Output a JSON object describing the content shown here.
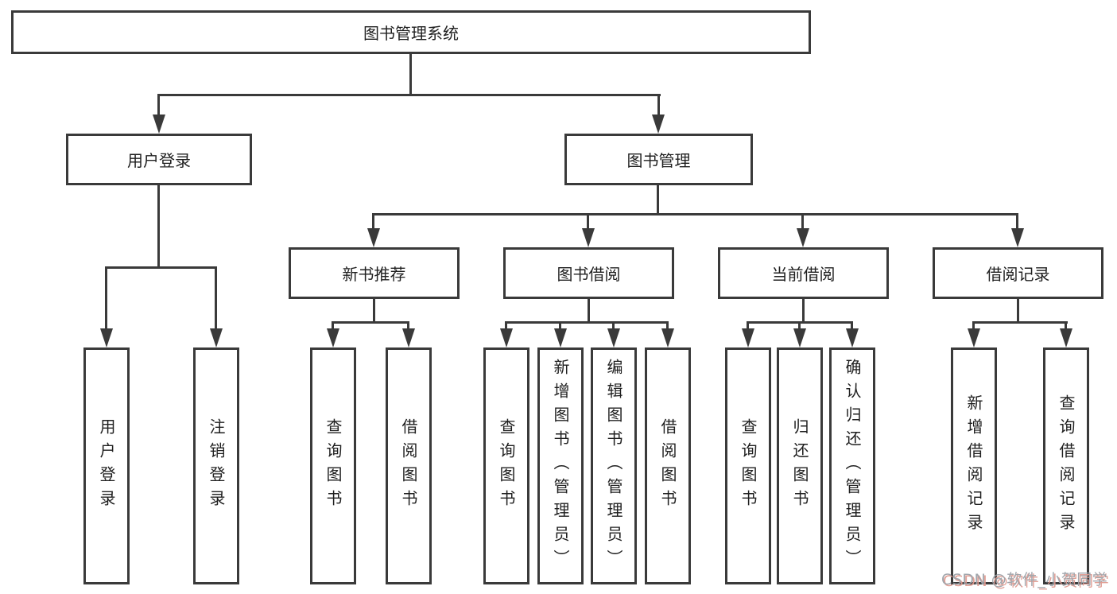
{
  "diagram": {
    "title": "图书管理系统",
    "root": "图书管理系统",
    "level2": {
      "user_login": "用户登录",
      "book_mgmt": "图书管理"
    },
    "level3": {
      "new_book": "新书推荐",
      "book_borrow": "图书借阅",
      "current_borrow": "当前借阅",
      "borrow_record": "借阅记录"
    },
    "leaves": {
      "user_login": [
        "用户登录",
        "注销登录"
      ],
      "new_book": [
        "查询图书",
        "借阅图书"
      ],
      "book_borrow": [
        "查询图书",
        "新增图书（管理员）",
        "编辑图书（管理员）",
        "借阅图书"
      ],
      "current_borrow": [
        "查询图书",
        "归还图书",
        "确认归还（管理员）"
      ],
      "borrow_record": [
        "新增借阅记录",
        "查询借阅记录"
      ]
    }
  },
  "watermark": "CSDN @软件_小贺同学",
  "colors": {
    "line": "#3a3a3a",
    "text": "#1f1f1f",
    "background": "#ffffff",
    "watermark_gray": "#9da2a8",
    "watermark_red": "#e09a90"
  }
}
